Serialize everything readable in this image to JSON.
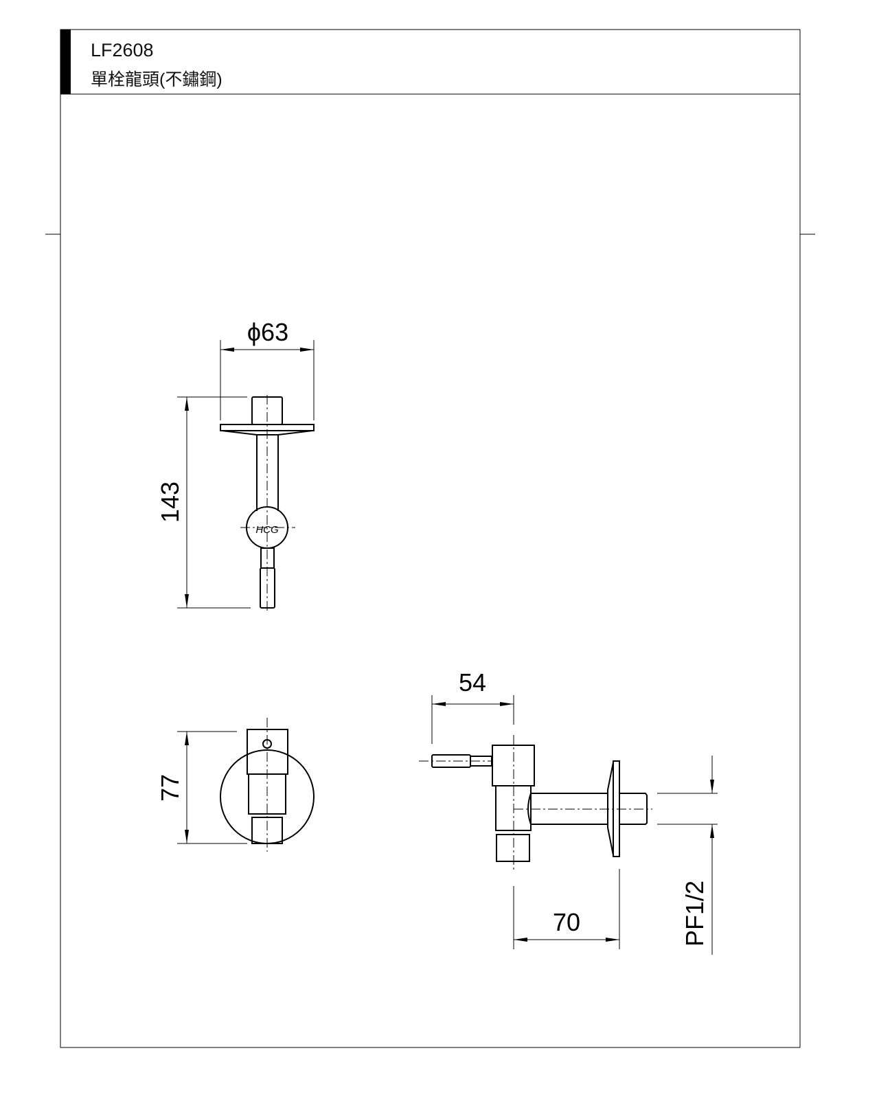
{
  "header": {
    "model": "LF2608",
    "description": "單栓龍頭(不鏽鋼)"
  },
  "logo_text": "HCG",
  "dimensions": {
    "diameter": "ϕ63",
    "height": "143",
    "width_front": "77",
    "handle_reach": "54",
    "spout_length": "70",
    "thread": "PF1/2"
  }
}
